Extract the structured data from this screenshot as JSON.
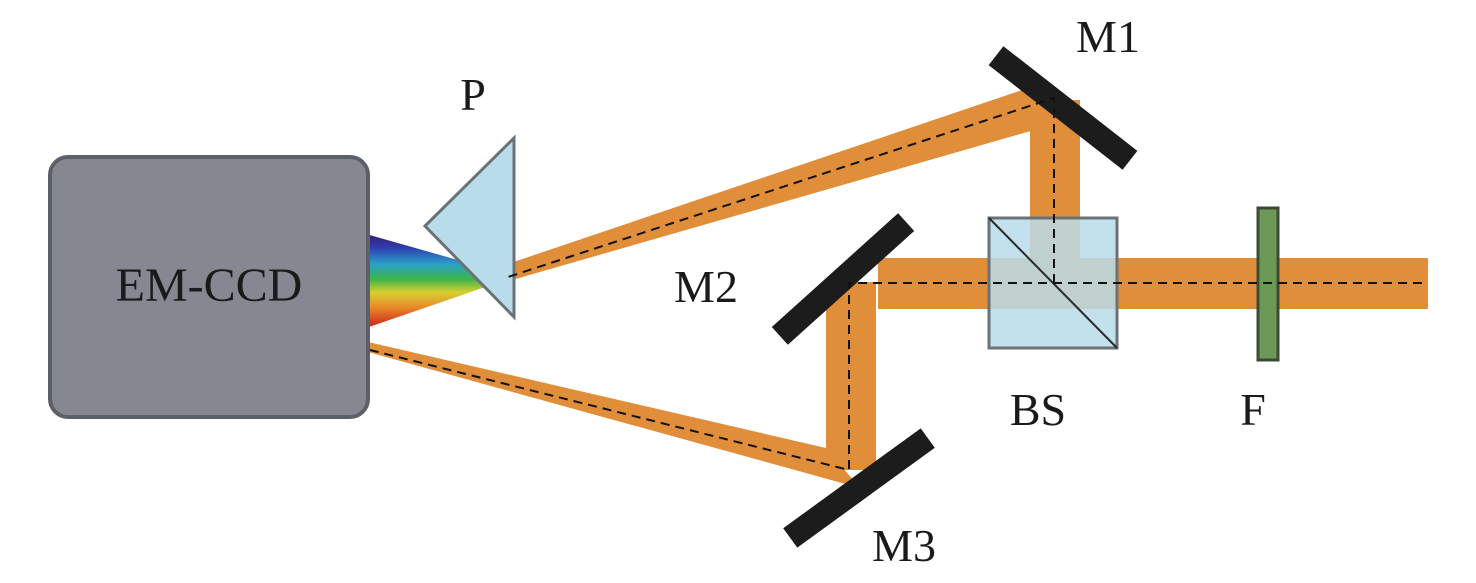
{
  "labels": {
    "camera": "EM-CCD",
    "prism": "P",
    "mirror1": "M1",
    "mirror2": "M2",
    "mirror3": "M3",
    "beamsplitter": "BS",
    "filter": "F"
  },
  "colors": {
    "beam": "#e08e3a",
    "camera_fill": "#858890",
    "camera_stroke": "#5c6068",
    "prism_fill": "#b8dcea",
    "prism_stroke": "#6a7278",
    "mirror": "#1c1c1c",
    "beamsplitter_fill": "#b8dcea",
    "filter_fill": "#6a9a55",
    "dashed_line": "#111111"
  }
}
